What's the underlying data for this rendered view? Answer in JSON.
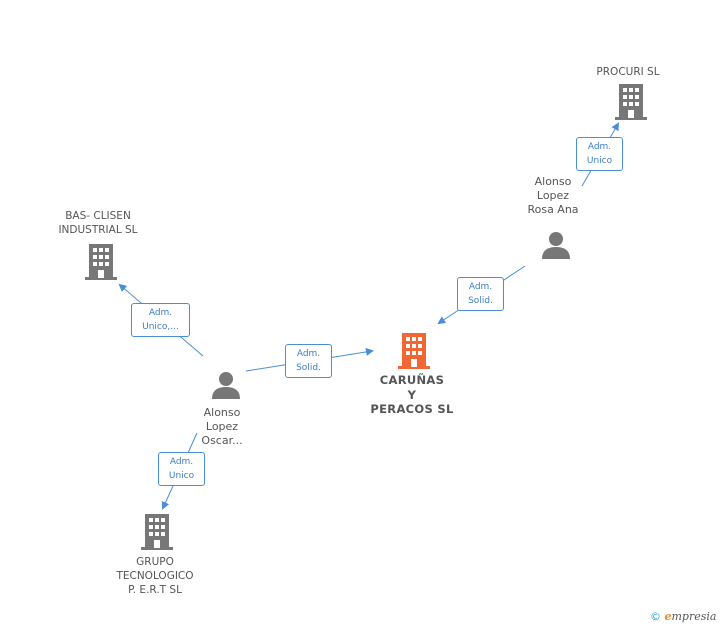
{
  "nodes": {
    "main": {
      "lines": "CARUÑAS\nY\nPERACOS SL",
      "color": "#f26633"
    },
    "procuri": {
      "lines": "PROCURI SL"
    },
    "bas_clisen": {
      "lines": "BAS- CLISEN\nINDUSTRIAL SL"
    },
    "grupo": {
      "lines": "GRUPO\nTECNOLOGICO\nP. E.R.T SL"
    },
    "rosa": {
      "lines": "Alonso\nLopez\nRosa Ana"
    },
    "oscar": {
      "lines": "Alonso\nLopez\nOscar..."
    }
  },
  "roles": {
    "rosa_procuri": {
      "l1": "Adm.",
      "l2": "Unico"
    },
    "rosa_main": {
      "l1": "Adm.",
      "l2": "Solid."
    },
    "oscar_bas": {
      "l1": "Adm.",
      "l2": "Unico,..."
    },
    "oscar_main": {
      "l1": "Adm.",
      "l2": "Solid."
    },
    "oscar_grupo": {
      "l1": "Adm.",
      "l2": "Unico"
    }
  },
  "footer": {
    "copyright": "©",
    "brand_e": "e",
    "brand_rest": "mpresia"
  },
  "colors": {
    "edge": "#4a8fd6",
    "company": "#777777",
    "person": "#777777"
  }
}
